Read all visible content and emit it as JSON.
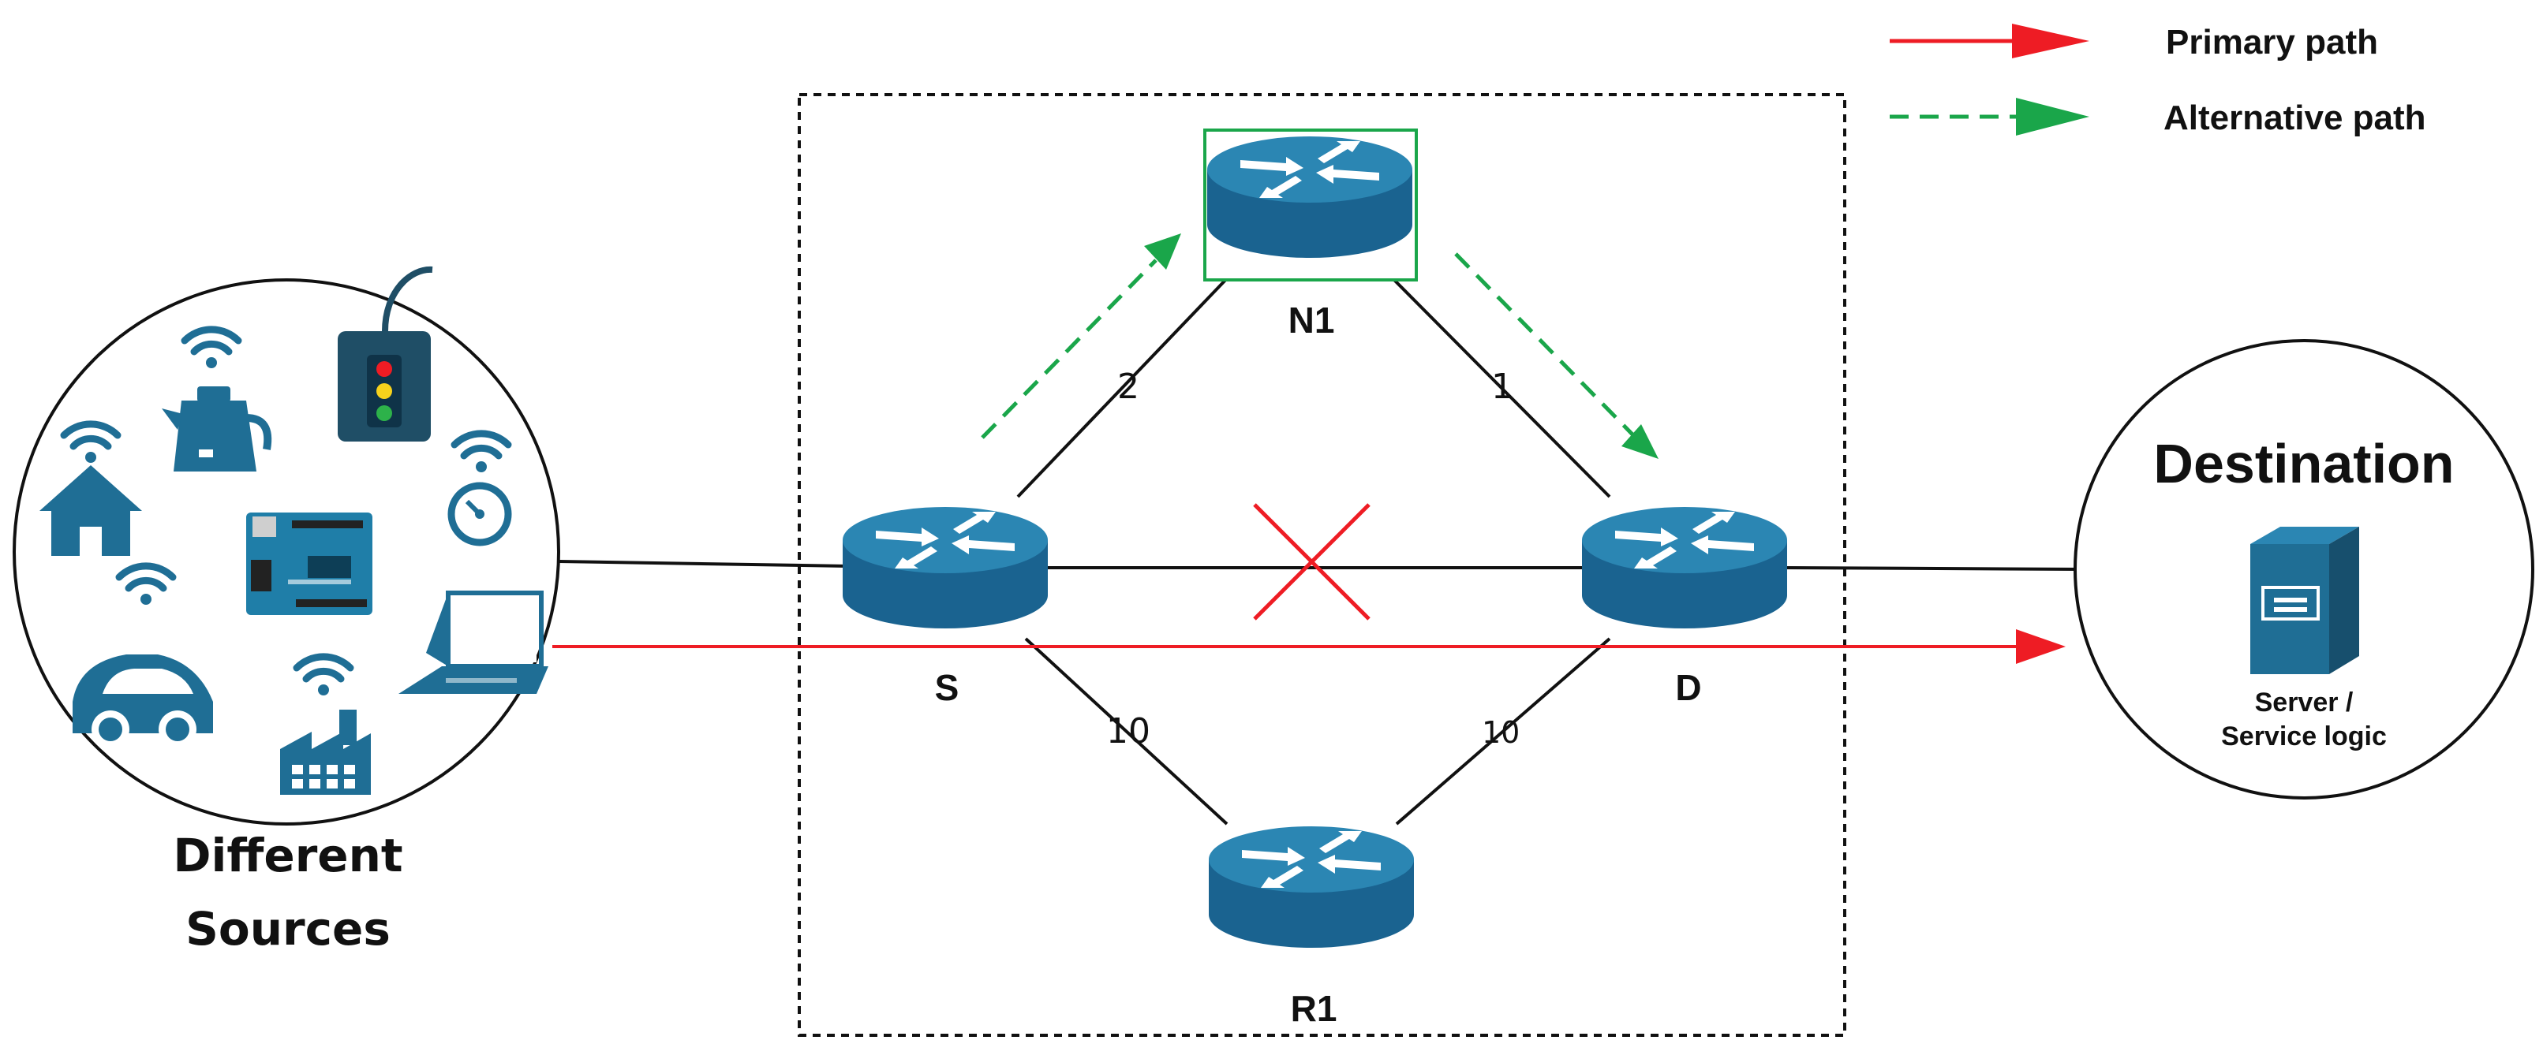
{
  "legend": {
    "primary_label": "Primary path",
    "alternative_label": "Alternative path"
  },
  "nodes": {
    "s": "S",
    "d": "D",
    "n1": "N1",
    "r1": "R1"
  },
  "links": {
    "s_n1": "2",
    "n1_d": "1",
    "s_r1": "10",
    "r1_d": "10"
  },
  "sources": {
    "line1": "Different",
    "line2": "Sources",
    "icons": [
      "wifi-icon",
      "kettle-icon",
      "traffic-light-icon",
      "home-icon",
      "gauge-icon",
      "microcontroller-board-icon",
      "car-icon",
      "laptop-icon",
      "factory-icon"
    ]
  },
  "destination": {
    "title": "Destination",
    "line1": "Server /",
    "line2": "Service logic"
  },
  "colors": {
    "router": "#1f6e95",
    "router_top": "#2b86b3",
    "primary": "#ee1c24",
    "alternative": "#1aa64a",
    "icon_blue": "#1f6e95",
    "failure_x": "#ee1c24"
  }
}
